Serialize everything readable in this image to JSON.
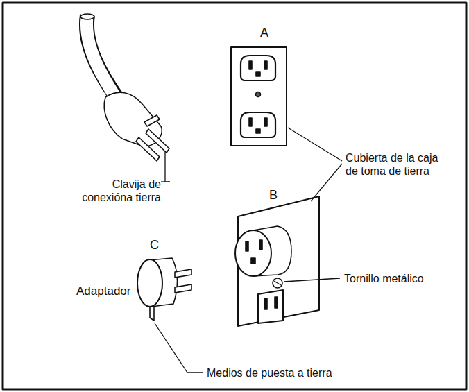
{
  "diagram": {
    "labels": [
      "A",
      "B",
      "C",
      "Clavija de conexióna tierra",
      "Cubierta de la caja de toma de tierra",
      "Tornillo metálico",
      "Adaptador",
      "Medios de puesta a tierra"
    ]
  }
}
